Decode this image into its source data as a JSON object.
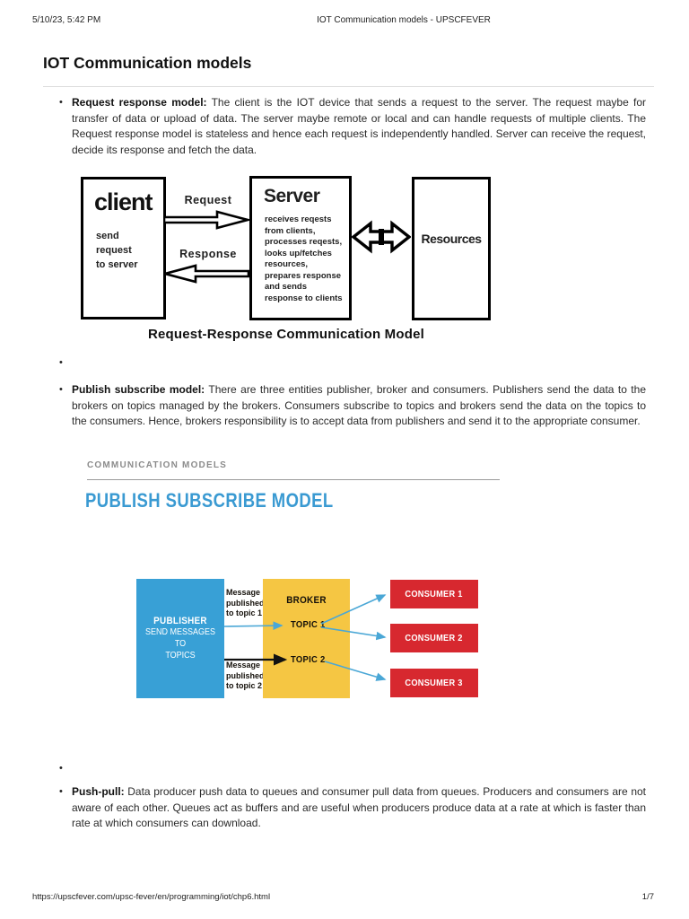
{
  "page": {
    "header": {
      "timestamp": "5/10/23, 5:42 PM",
      "doc_title": "IOT Communication models - UPSCFEVER"
    },
    "footer": {
      "url": "https://upscfever.com/upsc-fever/en/programming/iot/chp6.html",
      "page_number": "1/7"
    }
  },
  "article": {
    "title": "IOT Communication models",
    "bullet_glyph": "•",
    "bullets": [
      {
        "lead": "Request response model:",
        "text": " The client is the IOT device that sends a request to the server. The request maybe for transfer of data or upload of data. The server maybe remote or local and can handle requests of multiple clients. The Request response model is stateless and hence each request is independently handled. Server can receive the request, decide its response and fetch the data."
      },
      {
        "lead": "Publish subscribe model:",
        "text": " There are three entities publisher, broker and consumers. Publishers send the data to the brokers on topics managed by the brokers. Consumers subscribe to topics and brokers send the data on the topics to the consumers. Hence, brokers responsibility is to accept data from publishers and send it to the appropriate consumer."
      },
      {
        "lead": "Push-pull:",
        "text": " Data producer push data to queues and consumer pull data from queues. Producers and consumers are not aware of each other. Queues act as buffers and are useful when producers produce data at a rate at which is faster than rate at which consumers can download."
      }
    ]
  },
  "request_response_diagram": {
    "client_box": {
      "title": "client",
      "body": "send\nrequest\nto server"
    },
    "server_box": {
      "title": "Server",
      "body": "receives reqests from clients, processes reqests, looks up/fetches resources, prepares response and sends response to clients"
    },
    "resources_box": {
      "title": "Resources"
    },
    "request_label": "Request",
    "response_label": "Response",
    "caption": "Request-Response Communication Model"
  },
  "publish_subscribe_diagram": {
    "section_label": "COMMUNICATION MODELS",
    "heading": "PUBLISH SUBSCRIBE MODEL",
    "heading_color": "#3a9ad2",
    "publisher": {
      "title": "PUBLISHER",
      "subtitle": "SEND MESSAGES TO\nTOPICS",
      "color": "#38a0d6"
    },
    "broker": {
      "title": "BROKER",
      "topics": [
        "TOPIC 1",
        "TOPIC 2"
      ],
      "color": "#f5c643"
    },
    "consumers": [
      {
        "label": "CONSUMER 1"
      },
      {
        "label": "CONSUMER 2"
      },
      {
        "label": "CONSUMER 3"
      }
    ],
    "consumer_color": "#d7282f",
    "message_labels": [
      "Message\npublished\nto topic 1",
      "Message\npublished\nto topic 2"
    ],
    "arrow_blue": "#4aa7d6",
    "arrow_black": "#111111"
  }
}
